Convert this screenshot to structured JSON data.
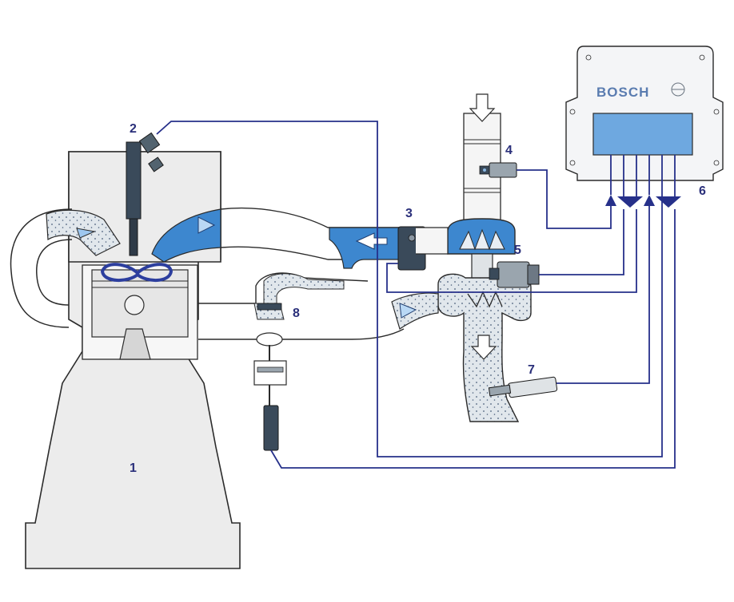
{
  "ecu": {
    "brand": "BOSCH"
  },
  "callouts": [
    {
      "id": "engine",
      "number": "1"
    },
    {
      "id": "injector",
      "number": "2"
    },
    {
      "id": "intake-throttle",
      "number": "3"
    },
    {
      "id": "air-mass-sensor",
      "number": "4"
    },
    {
      "id": "turbocharger-actuator",
      "number": "5"
    },
    {
      "id": "ecu",
      "number": "6"
    },
    {
      "id": "exhaust-sensor",
      "number": "7"
    },
    {
      "id": "egr-valve",
      "number": "8"
    }
  ],
  "colors": {
    "engine_fill": "#ededed",
    "outline": "#2b2b2b",
    "wire": "#26308a",
    "blue": "#3d87cf",
    "light_blue": "#7fb2e5",
    "gas": "#dde4ea",
    "dark_part": "#3a4a5a",
    "ecu_fill": "#f4f5f7",
    "ecu_panel": "#6ea8e0"
  }
}
